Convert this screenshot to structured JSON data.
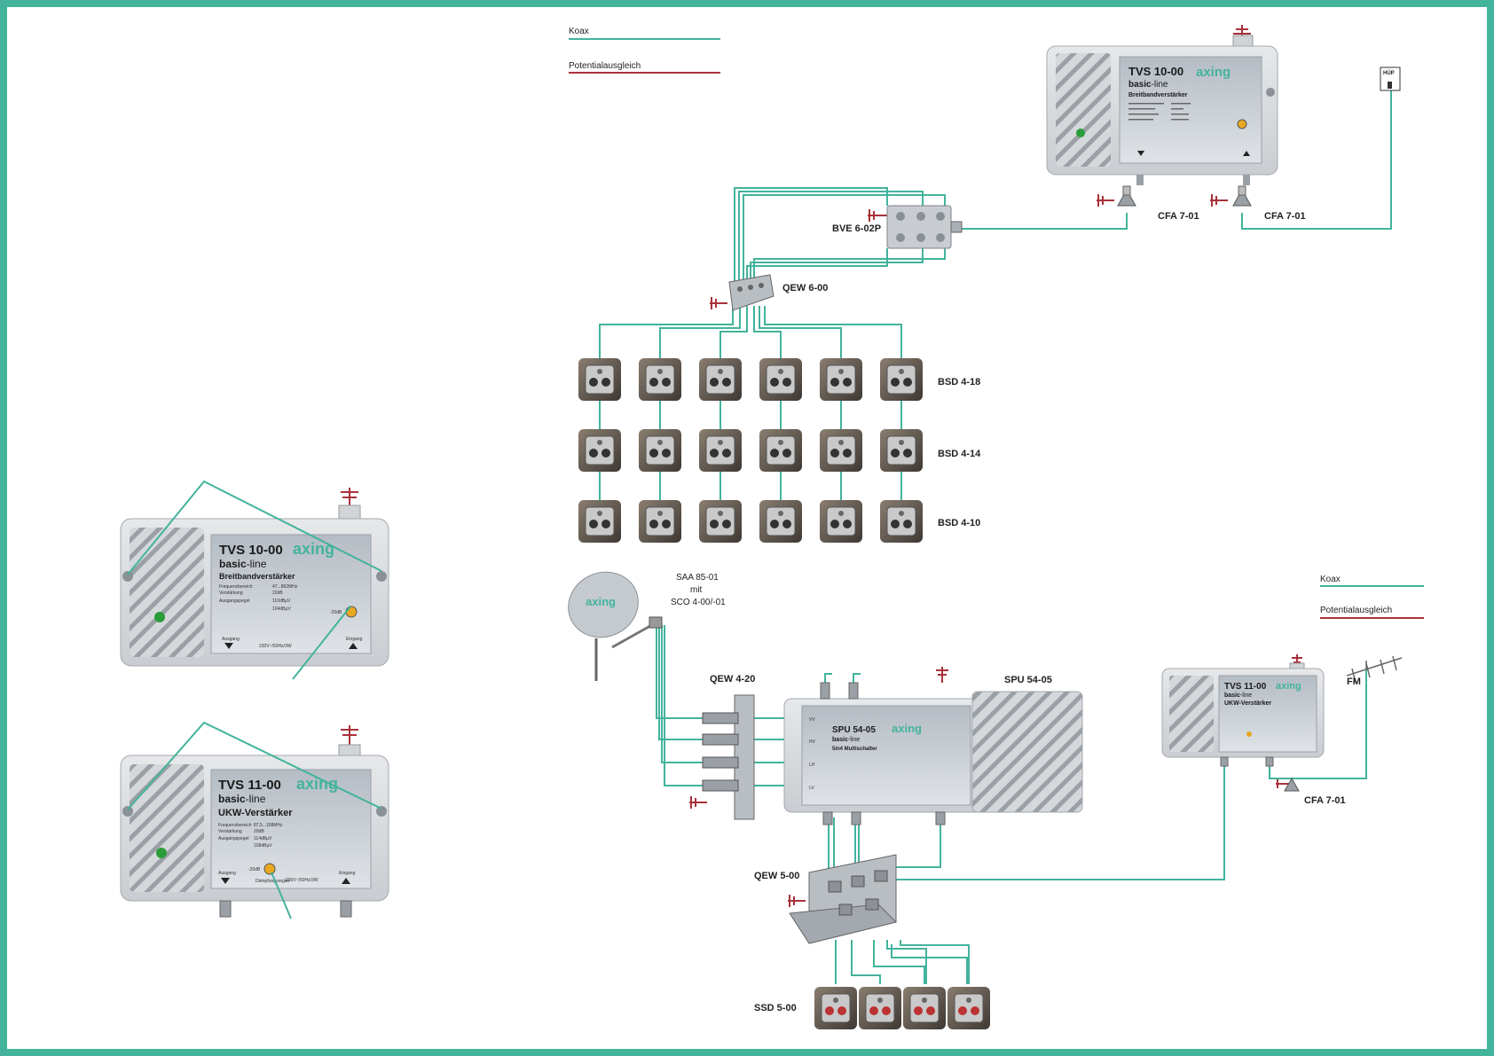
{
  "legend_top": {
    "coax": "Koax",
    "ground": "Potentialausgleich"
  },
  "legend_right": {
    "coax": "Koax",
    "ground": "Potentialausgleich"
  },
  "colors": {
    "coax": "#43b39c",
    "ground": "#a8323a",
    "frame": "#43b39c",
    "device": "#d9dcdf",
    "panel": "#c2c8ce"
  },
  "labels": {
    "bve": "BVE 6-02P",
    "qew600": "QEW 6-00",
    "cfa1": "CFA 7-01",
    "cfa2": "CFA 7-01",
    "cfa3": "CFA 7-01",
    "hup": "HÜP",
    "bsd418": "BSD 4-18",
    "bsd414": "BSD 4-14",
    "bsd410": "BSD 4-10",
    "saa_l1": "SAA 85-01",
    "saa_l2": "mit",
    "saa_l3": "SCO 4-00/-01",
    "qew420": "QEW 4-20",
    "spu": "SPU 54-05",
    "qew500": "QEW 5-00",
    "ssd": "SSD 5-00",
    "fm": "FM"
  },
  "amp_top": {
    "model": "TVS 10-00",
    "series": "basic",
    "series_suffix": "-line",
    "desc": "Breitbandverstärker",
    "brand": "axing"
  },
  "amp_left1": {
    "model": "TVS 10-00",
    "series": "basic",
    "series_suffix": "-line",
    "desc": "Breitbandverstärker",
    "brand": "axing",
    "spec1_k": "Frequenzbereich",
    "spec1_v": "47...862MHz",
    "spec2_k": "Verstärkung",
    "spec2_v": "22dB",
    "spec3_k": "Ausgangspegel",
    "spec3_v": "110dBµV",
    "spec4_v": "104dBµV",
    "att": "-20dB",
    "out": "Ausgang",
    "in": "Eingang",
    "power": "230V~/50Hz/3W"
  },
  "amp_left2": {
    "model": "TVS 11-00",
    "series": "basic",
    "series_suffix": "-line",
    "desc": "UKW-Verstärker",
    "brand": "axing",
    "spec1_k": "Frequenzbereich",
    "spec1_v": "87,5...108MHz",
    "spec2_k": "Verstärkung",
    "spec2_v": "20dB",
    "spec3_k": "Ausgangspegel",
    "spec3_v": "114dBµV",
    "spec4_v": "108dBµV",
    "att": "-20dB",
    "att_label": "Dämpfungsregler",
    "out": "Ausgang",
    "in": "Eingang",
    "power": "230V~/50Hz/3W"
  },
  "amp_right": {
    "model": "TVS 11-00",
    "series": "basic",
    "series_suffix": "-line",
    "desc": "UKW-Verstärker",
    "brand": "axing"
  },
  "multiswitch": {
    "model": "SPU 54-05",
    "series": "basic",
    "series_suffix": "-line",
    "desc": "5in4 Multischalter",
    "brand": "axing",
    "in_vv": "VV",
    "in_hv": "HV",
    "in_lh": "LH",
    "in_lv": "LV"
  },
  "dish_brand": "axing"
}
